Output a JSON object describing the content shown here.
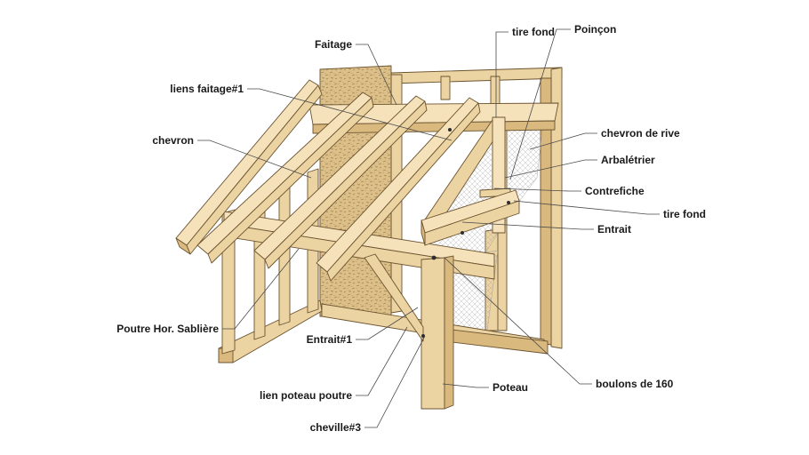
{
  "labels": {
    "faitage": "Faitage",
    "tire_fond_top": "tire fond",
    "poincon": "Poinçon",
    "liens_faitage": "liens faitage#1",
    "chevron": "chevron",
    "chevron_de_rive": "chevron de rive",
    "arbaletrier": "Arbalétrier",
    "contrefiche": "Contrefiche",
    "tire_fond_right": "tire fond",
    "entrait": "Entrait",
    "poutre_hor_sabliere": "Poutre Hor. Sablière",
    "entrait_1": "Entrait#1",
    "boulons_de_160": "boulons de 160",
    "poteau": "Poteau",
    "lien_poteau_poutre": "lien poteau poutre",
    "cheville_3": "cheville#3"
  },
  "colors": {
    "wood": "#ecd3a2",
    "wood_shade": "#d9b97e",
    "osb": "#dcc08a",
    "outline": "#6b5330"
  }
}
